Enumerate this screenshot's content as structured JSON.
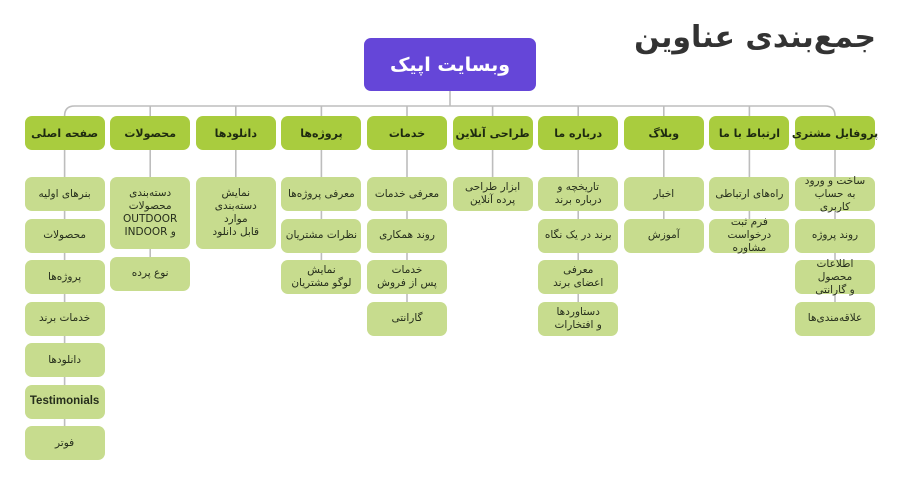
{
  "title": "جمع‌بندی عناوین",
  "root": {
    "label": "وبسایت اپیک",
    "color": "#6546d8"
  },
  "colors": {
    "level1": "#a9cc3e",
    "level2": "#c7dc8e",
    "connector": "#bdbdbd"
  },
  "columns": [
    {
      "label": "پروفایل مشتری",
      "children": [
        "ساخت و ورود\nبه حساب کاربری",
        "روند پروژه",
        "اطلاعات محصول\nو گارانتی",
        "علاقه‌مندی‌ها"
      ]
    },
    {
      "label": "ارتباط با ما",
      "children": [
        "راه‌های ارتباطی",
        "فرم ثبت\nدرخواست مشاوره"
      ]
    },
    {
      "label": "وبلاگ",
      "children": [
        "اخبار",
        "آموزش"
      ]
    },
    {
      "label": "درباره ما",
      "children": [
        "تاریخچه و\nدرباره برند",
        "برند در یک نگاه",
        "معرفی\nاعضای برند",
        "دستاوردها\nو افتخارات"
      ]
    },
    {
      "label": "طراحی آنلاین",
      "children": [
        "ابزار طراحی\nپرده آنلاین"
      ]
    },
    {
      "label": "خدمات",
      "children": [
        "معرفی خدمات",
        "روند همکاری",
        "خدمات\nپس از فروش",
        "گارانتی"
      ]
    },
    {
      "label": "پروژه‌ها",
      "children": [
        "معرفی پروژه‌ها",
        "نظرات مشتریان",
        "نمایش\nلوگو مشتریان"
      ]
    },
    {
      "label": "دانلودها",
      "children": [
        "نمایش\nدسته‌بندی\nموارد\nقابل دانلود"
      ]
    },
    {
      "label": "محصولات",
      "children": [
        "دسته‌بندی\nمحصولات\nOUTDOOR\nو INDOOR",
        "نوع پرده"
      ]
    },
    {
      "label": "صفحه اصلی",
      "children": [
        "بنرهای اولیه",
        "محصولات",
        "پروژه‌ها",
        "خدمات برند",
        "دانلودها",
        "Testimonials",
        "فوتر"
      ]
    }
  ]
}
